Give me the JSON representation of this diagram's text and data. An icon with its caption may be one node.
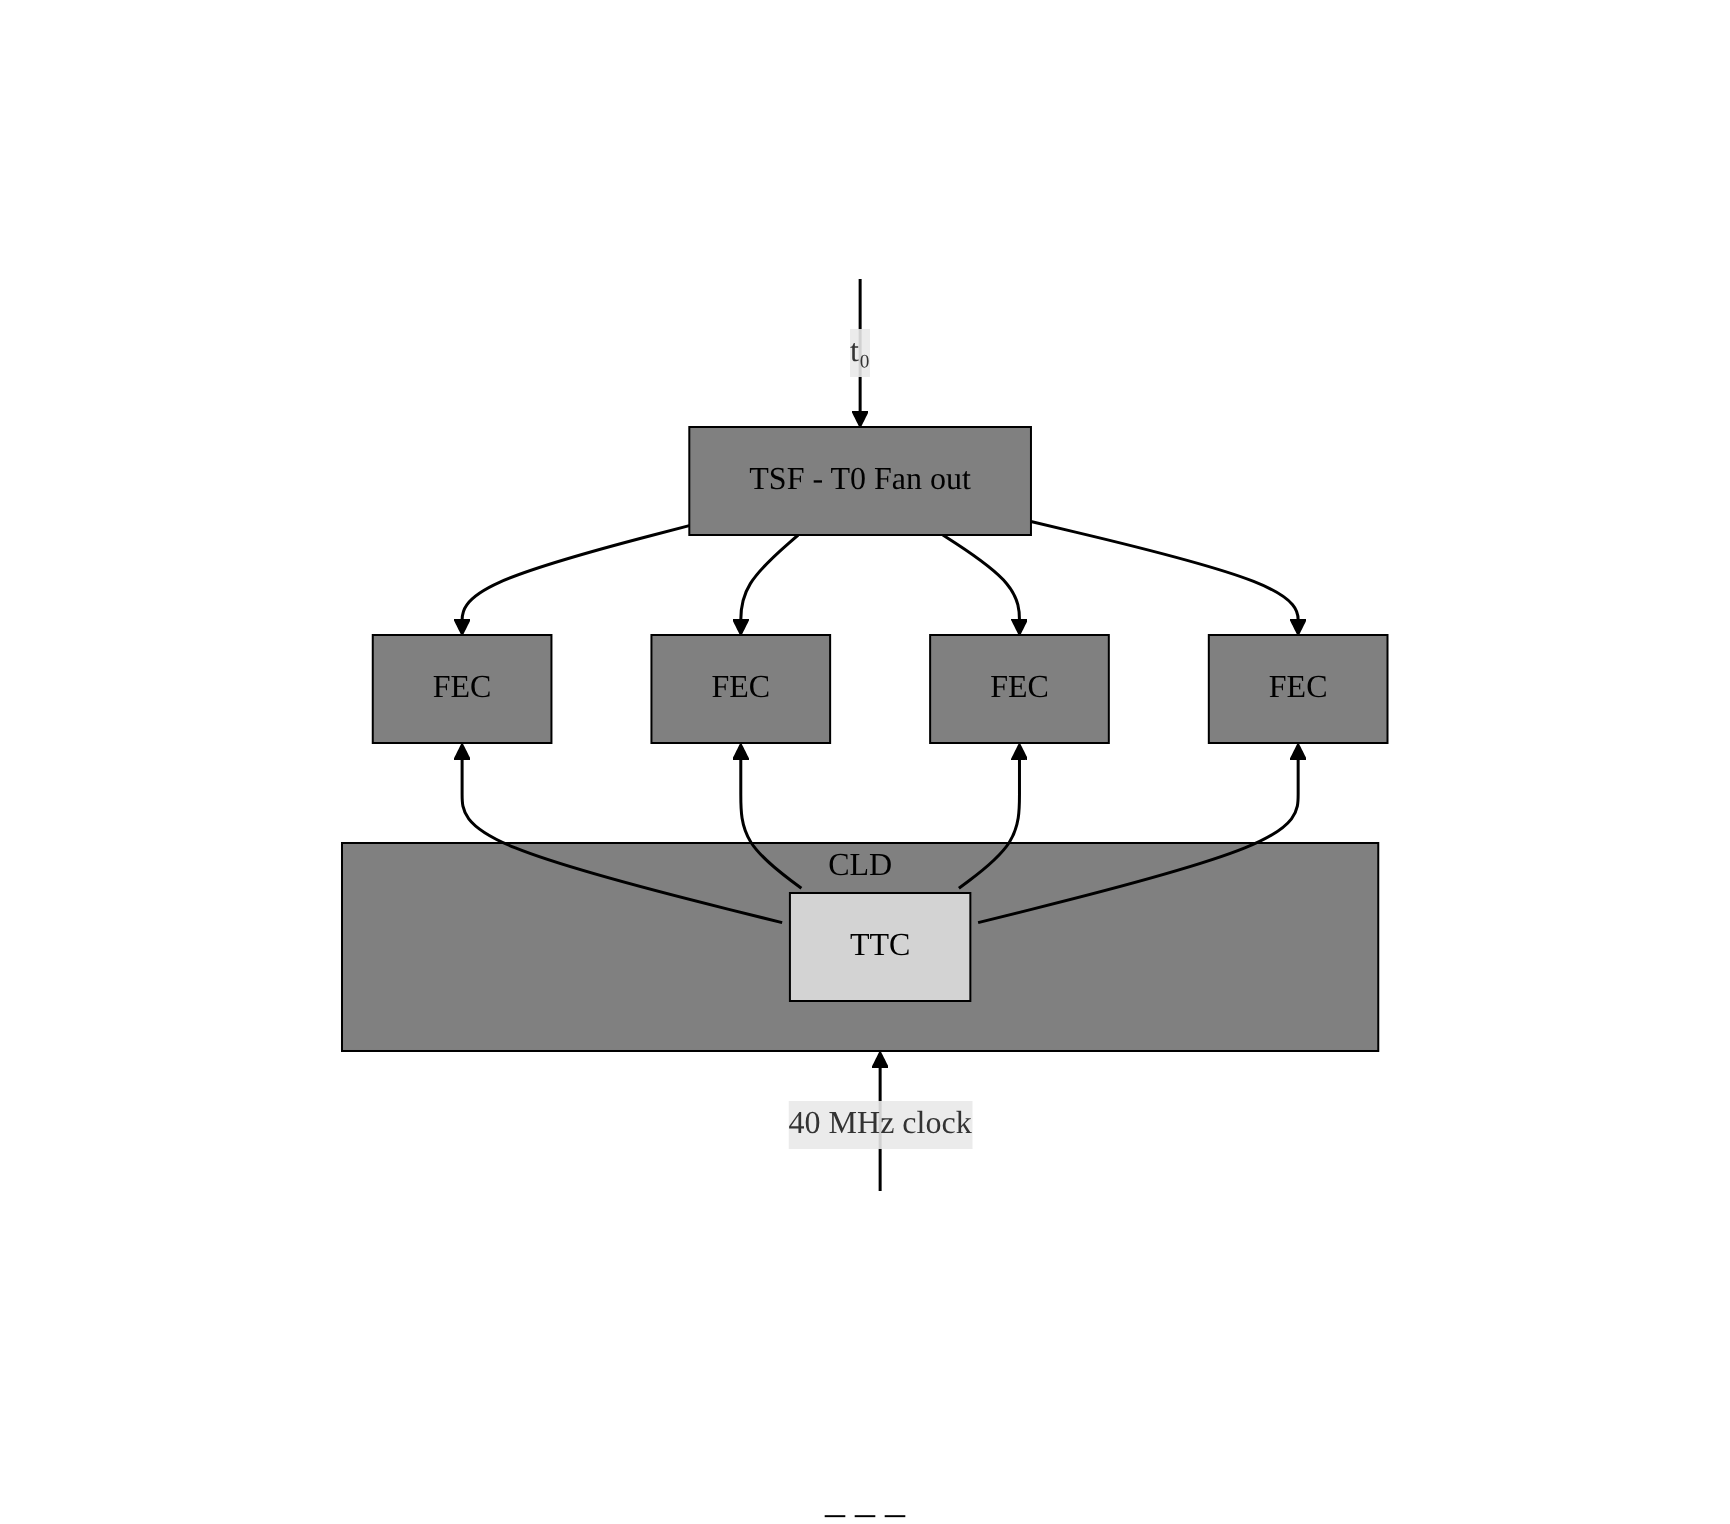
{
  "diagram": {
    "nodes": [
      {
        "text": [
          "TSF -  T0 Fan out"
        ]
      },
      {
        "text": [
          "FEC"
        ]
      },
      {
        "text": [
          "FEC"
        ]
      },
      {
        "text": [
          "FEC"
        ]
      },
      {
        "text": [
          "FEC"
        ]
      },
      {
        "text": [
          "CLD"
        ]
      },
      {
        "text": [
          "TTC"
        ],
        "in": 5
      }
    ],
    "edges": [
      {
        "from": null,
        "to": 0,
        "arrow": "to",
        "label": "t₀"
      },
      {
        "from": 0,
        "to": 1,
        "arrow": "to"
      },
      {
        "from": 0,
        "to": 2,
        "arrow": "to"
      },
      {
        "from": 0,
        "to": 3,
        "arrow": "to"
      },
      {
        "from": 0,
        "to": 4,
        "arrow": "to"
      },
      {
        "from": 6,
        "to": 1,
        "arrow": "to"
      },
      {
        "from": 6,
        "to": 2,
        "arrow": "to"
      },
      {
        "from": 6,
        "to": 3,
        "arrow": "to"
      },
      {
        "from": 6,
        "to": 4,
        "arrow": "to"
      },
      {
        "from": null,
        "to": 5,
        "arrow": "to",
        "label": "40 MHz clock"
      }
    ],
    "labels": [
      "_ _ _"
    ]
  }
}
